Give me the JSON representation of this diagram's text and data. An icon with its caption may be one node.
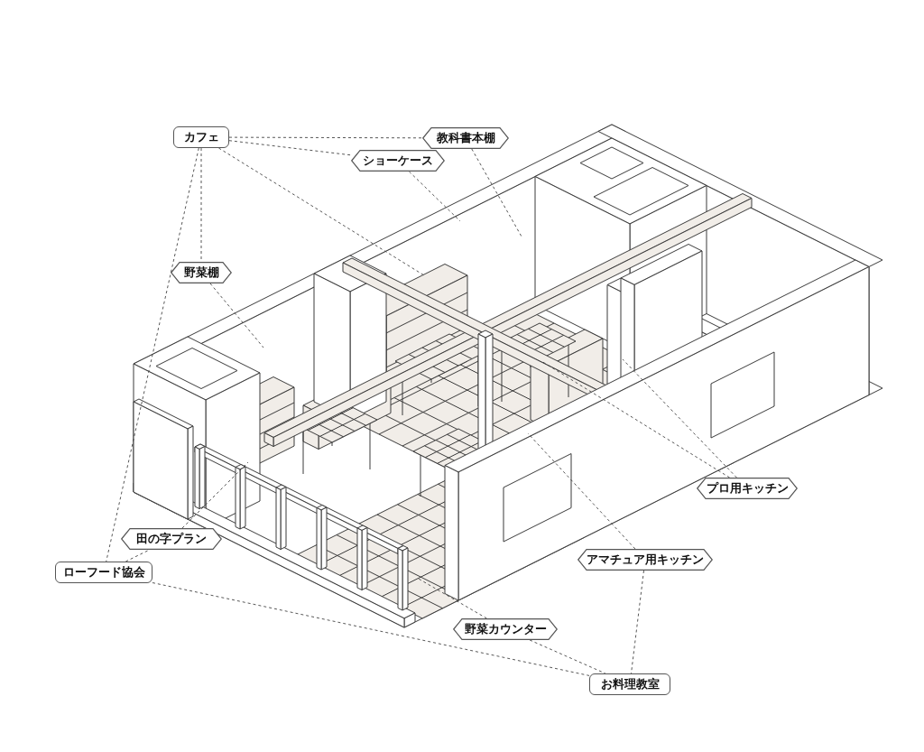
{
  "diagram": {
    "nodes": [
      {
        "text": [
          "カフェ"
        ]
      },
      {
        "text": [
          "教科書本棚"
        ]
      },
      {
        "text": [
          "ショーケース"
        ]
      },
      {
        "text": [
          "野菜棚"
        ]
      },
      {
        "text": [
          "プロ用キッチン"
        ]
      },
      {
        "text": [
          "田の字プラン"
        ]
      },
      {
        "text": [
          "ローフード協会"
        ]
      },
      {
        "text": [
          "アマチュア用キッチン"
        ]
      },
      {
        "text": [
          "野菜カウンター"
        ]
      },
      {
        "text": [
          "お料理教室"
        ]
      }
    ],
    "edges": [
      {
        "from": 0,
        "to": 1,
        "arrow": "none",
        "style": "dashed"
      },
      {
        "from": 0,
        "to": 2,
        "arrow": "none",
        "style": "dashed"
      },
      {
        "from": 0,
        "to": 3,
        "arrow": "none",
        "style": "dashed"
      },
      {
        "from": 0,
        "to": 6,
        "arrow": "none",
        "style": "dashed"
      },
      {
        "from": 0,
        "to": null,
        "arrow": "none",
        "style": "dashed"
      },
      {
        "from": 1,
        "to": null,
        "arrow": "none",
        "style": "dashed"
      },
      {
        "from": 2,
        "to": null,
        "arrow": "none",
        "style": "dashed"
      },
      {
        "from": 3,
        "to": null,
        "arrow": "none",
        "style": "dashed"
      },
      {
        "from": 5,
        "to": null,
        "arrow": "none",
        "style": "dashed"
      },
      {
        "from": 6,
        "to": 5,
        "arrow": "none",
        "style": "dashed"
      },
      {
        "from": 6,
        "to": 9,
        "arrow": "none",
        "style": "dashed"
      },
      {
        "from": 4,
        "to": null,
        "arrow": "none",
        "style": "dashed"
      },
      {
        "from": 4,
        "to": null,
        "arrow": "none",
        "style": "dashed"
      },
      {
        "from": 7,
        "to": null,
        "arrow": "none",
        "style": "dashed"
      },
      {
        "from": 7,
        "to": 9,
        "arrow": "none",
        "style": "dashed"
      },
      {
        "from": 8,
        "to": null,
        "arrow": "none",
        "style": "dashed"
      },
      {
        "from": 8,
        "to": 9,
        "arrow": "none",
        "style": "dashed"
      }
    ]
  }
}
